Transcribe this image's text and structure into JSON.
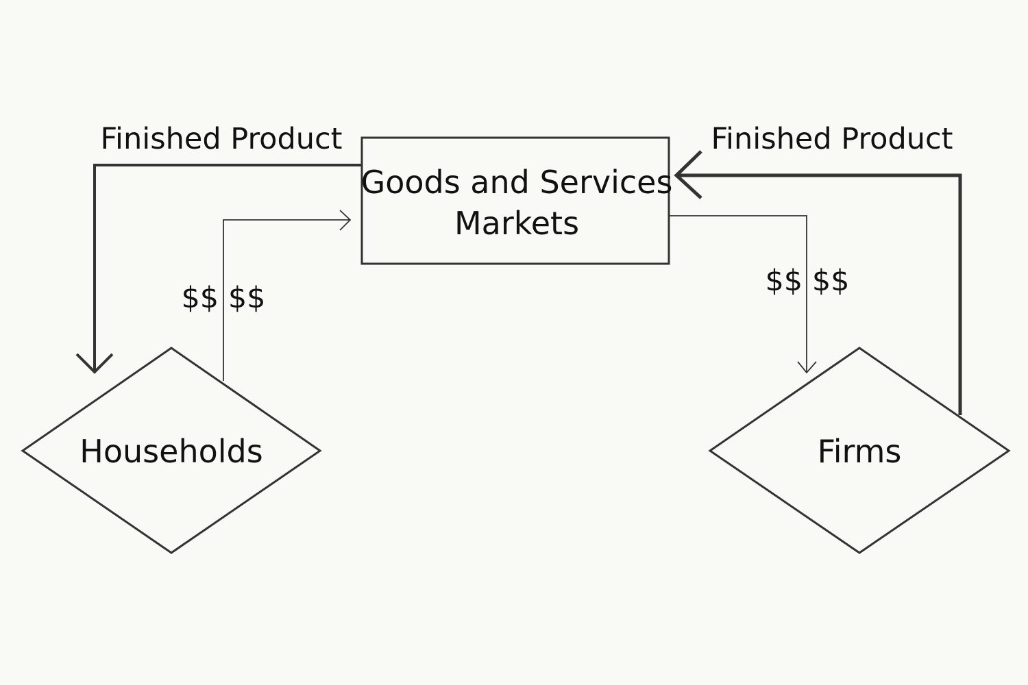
{
  "diagram": {
    "nodes": {
      "market": {
        "line1": "Goods and Services",
        "line2": "Markets"
      },
      "households": {
        "label": "Households"
      },
      "firms": {
        "label": "Firms"
      }
    },
    "flows": {
      "market_to_households": {
        "label": "Finished Product"
      },
      "firms_to_market": {
        "label": "Finished Product"
      },
      "households_to_market": {
        "label": "$$ $$"
      },
      "market_to_firms": {
        "label": "$$ $$"
      }
    },
    "colors": {
      "stroke": "#333333",
      "text": "#111111",
      "background": "#f9f9f5"
    }
  }
}
